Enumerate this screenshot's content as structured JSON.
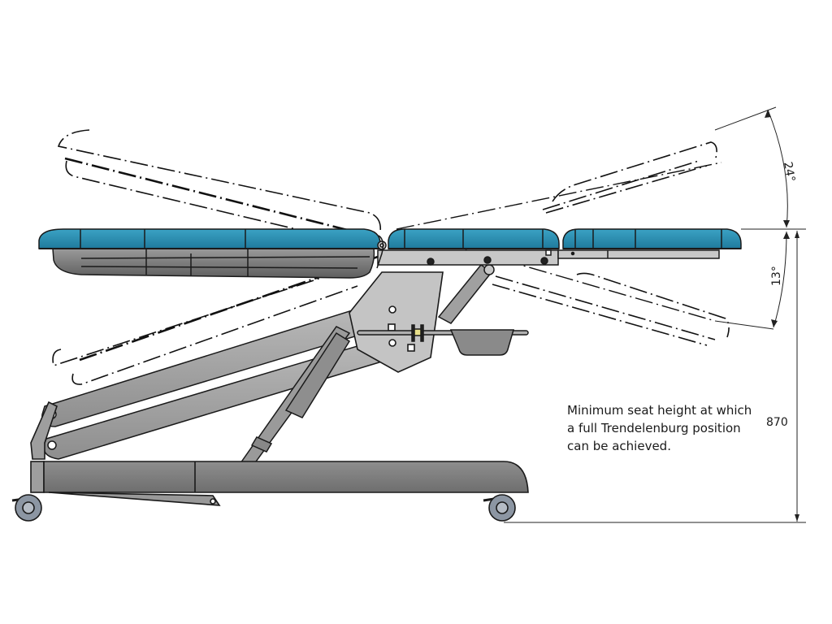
{
  "diagram": {
    "subject": "Treatment table side elevation showing tilt range",
    "colors": {
      "upholstery": "#2a8fb0",
      "upholstery_dark": "#1f6f8c",
      "frame": "#a8a8a8",
      "frame_dark": "#8a8a8a",
      "base": "#7a7a7a",
      "wheel": "#8c96a3",
      "outline": "#1a1a1a",
      "indicator": "#e8e08a"
    },
    "dimensions": {
      "tilt_up_angle": "24°",
      "tilt_down_angle": "13°",
      "seat_height": "870"
    },
    "note": {
      "lines": [
        "Minimum seat height at which",
        "a full Trendelenburg position",
        "can be achieved."
      ]
    },
    "components": [
      "head-section",
      "seat-section",
      "leg-section",
      "lift-arm-upper",
      "lift-arm-lower",
      "actuator",
      "tilt-actuator",
      "pivot-plate",
      "tray",
      "base-frame",
      "caster-front",
      "caster-rear"
    ]
  }
}
